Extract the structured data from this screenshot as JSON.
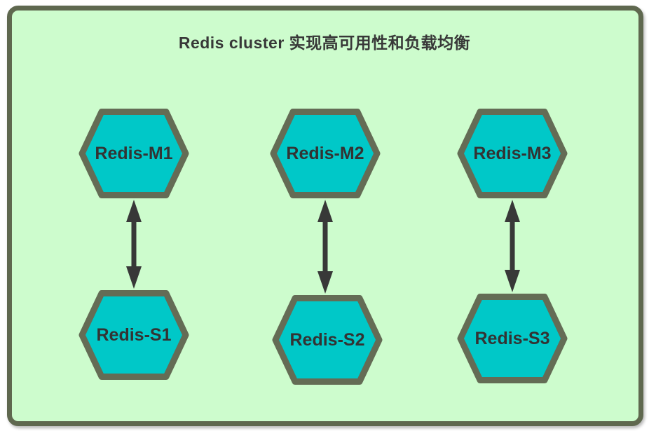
{
  "title": "Redis cluster 实现高可用性和负载均衡",
  "colors": {
    "canvas_bg": "#ffffff",
    "container_fill": "#cdfccd",
    "container_border": "#5f684f",
    "hex_fill": "#00c8c8",
    "hex_border": "#646c55",
    "arrow_color": "#383838",
    "text_color": "#333333",
    "title_color": "#383838"
  },
  "nodes": [
    {
      "label": "Redis-M1",
      "role": "master"
    },
    {
      "label": "Redis-M2",
      "role": "master"
    },
    {
      "label": "Redis-M3",
      "role": "master"
    },
    {
      "label": "Redis-S1",
      "role": "slave"
    },
    {
      "label": "Redis-S2",
      "role": "slave"
    },
    {
      "label": "Redis-S3",
      "role": "slave"
    }
  ],
  "edges": [
    {
      "from": "Redis-M1",
      "to": "Redis-S1",
      "type": "bidirectional"
    },
    {
      "from": "Redis-M2",
      "to": "Redis-S2",
      "type": "bidirectional"
    },
    {
      "from": "Redis-M3",
      "to": "Redis-S3",
      "type": "bidirectional"
    }
  ]
}
